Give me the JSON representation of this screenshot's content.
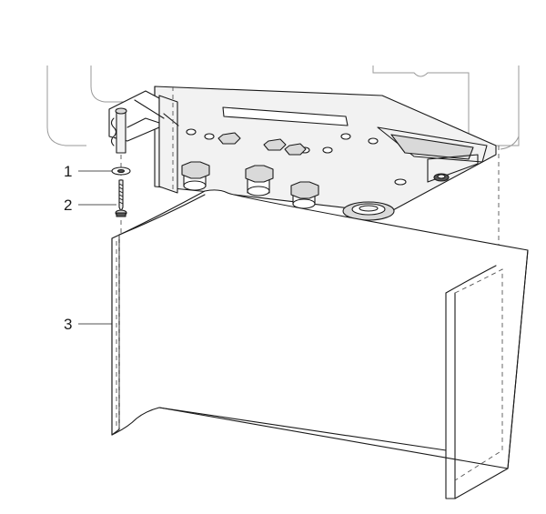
{
  "callouts": [
    {
      "id": "1",
      "label": "1"
    },
    {
      "id": "2",
      "label": "2"
    },
    {
      "id": "3",
      "label": "3"
    }
  ],
  "colors": {
    "line": "#1a1a1a",
    "background": "#ffffff",
    "dashed": "#555555"
  }
}
